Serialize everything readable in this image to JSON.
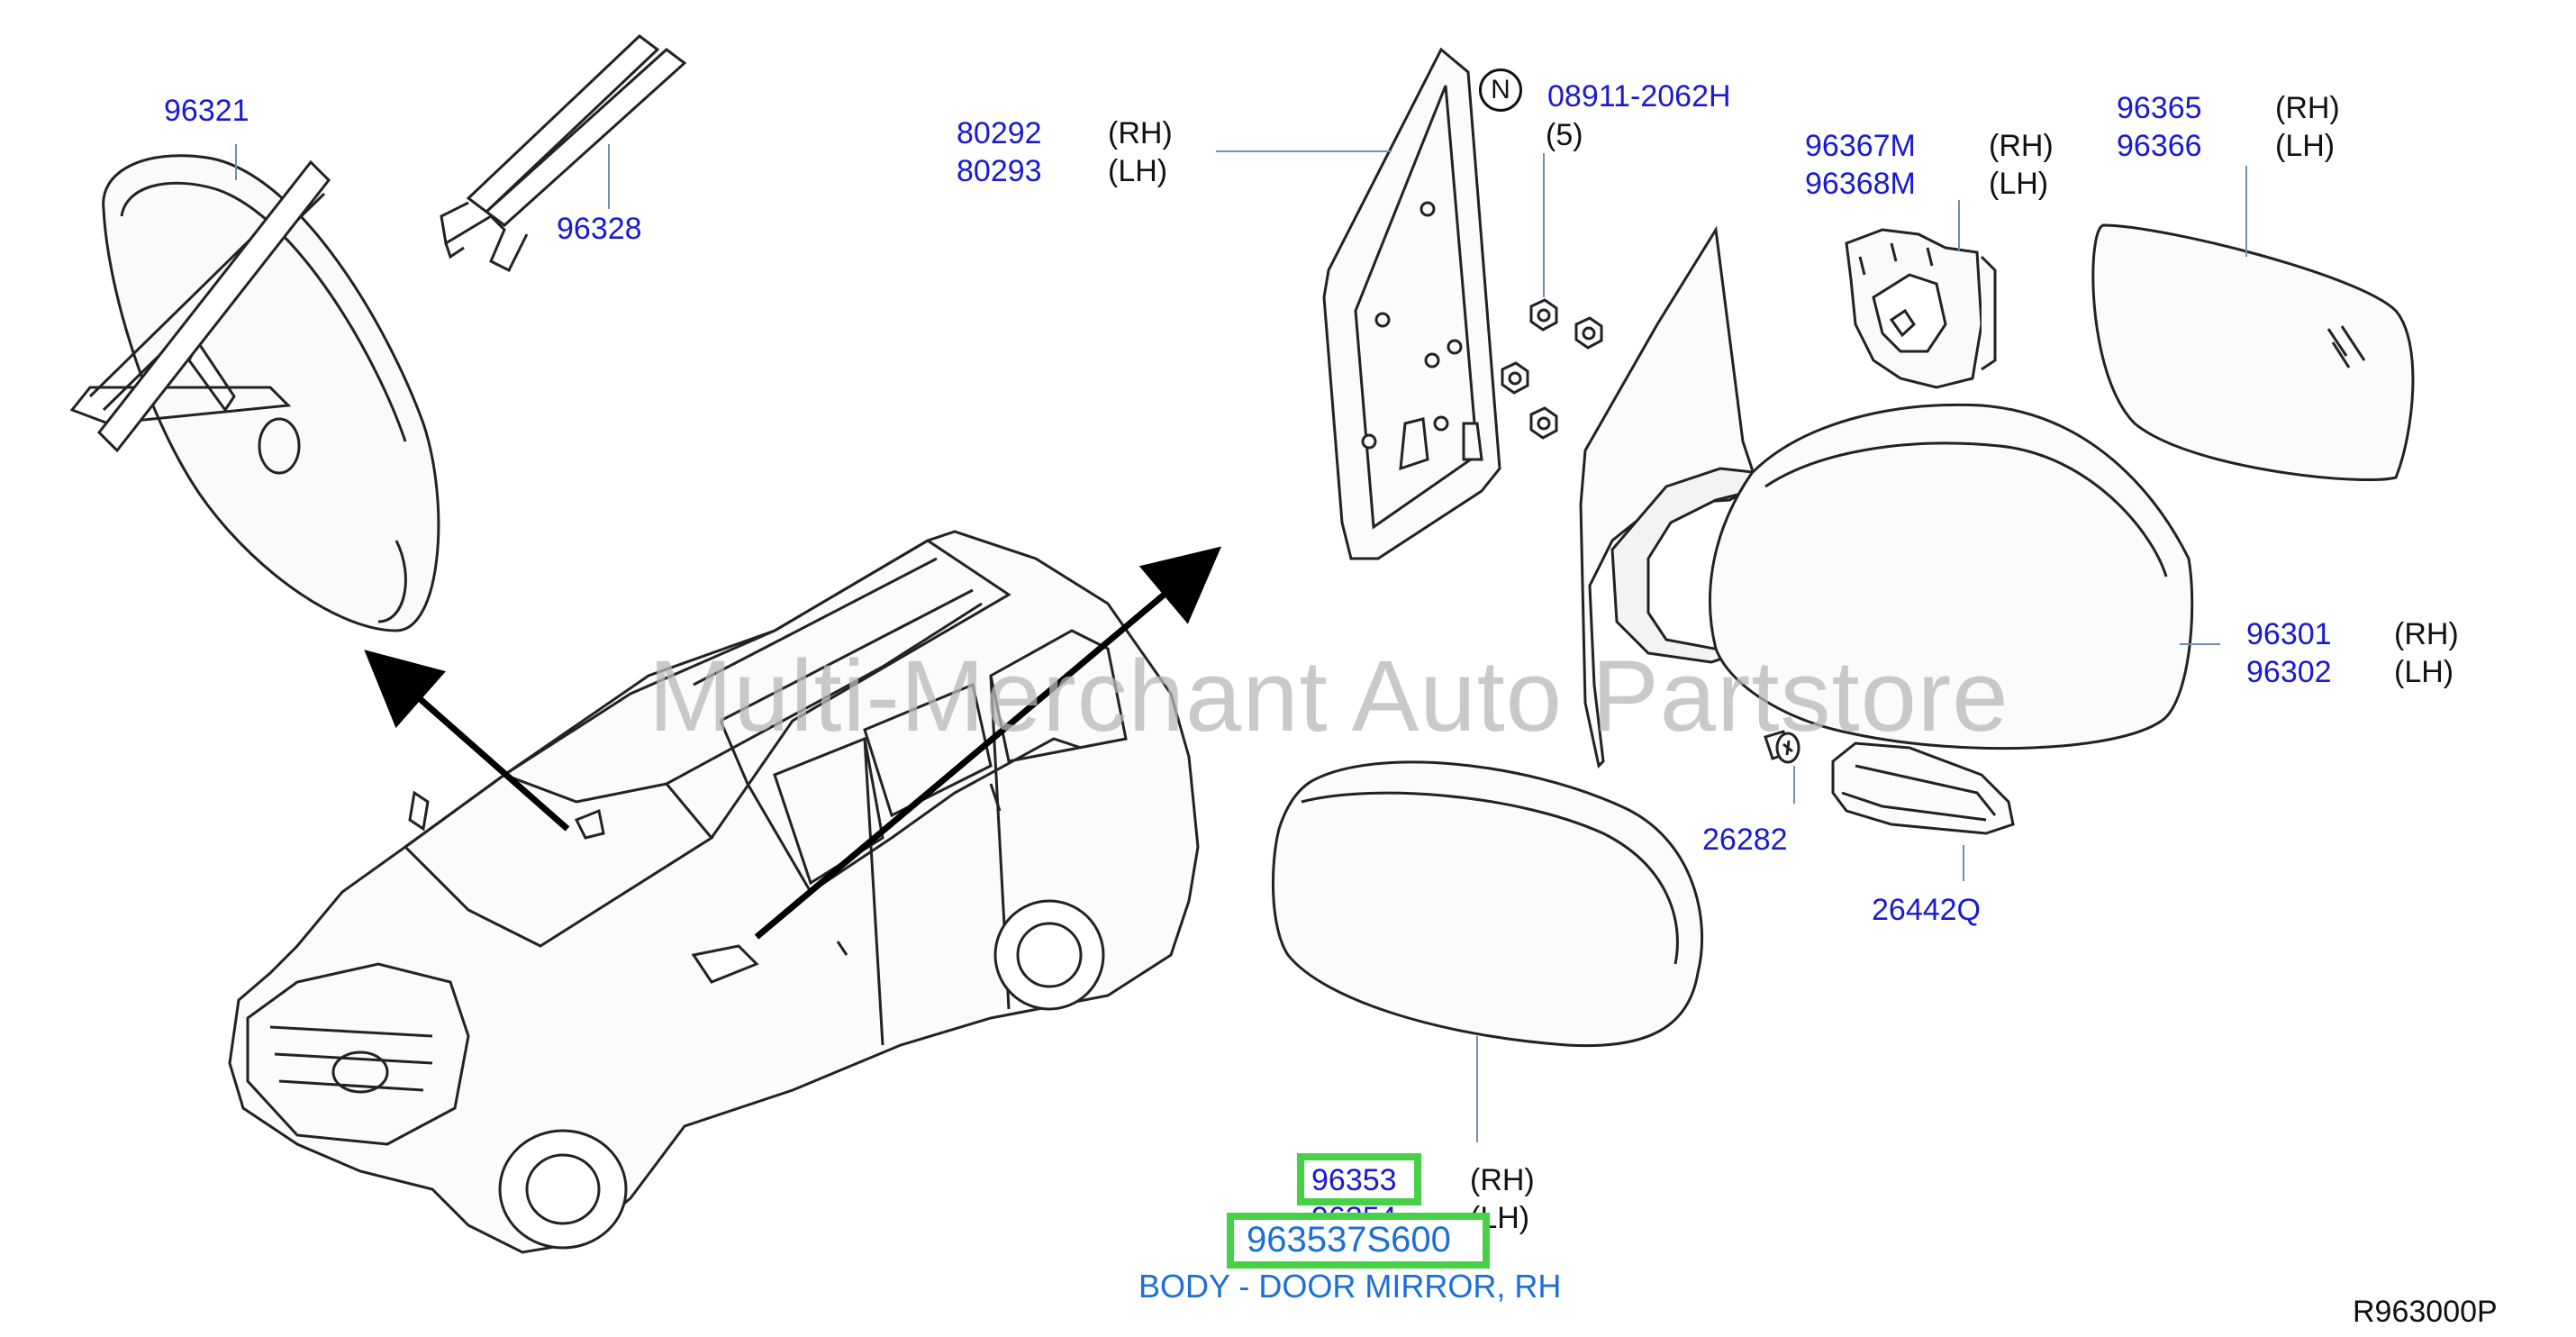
{
  "watermark": "Multi-Merchant Auto Partstore",
  "diagram_ref": "R963000P",
  "callouts": {
    "inner_mirror": "96321",
    "mirror_cover": "96328",
    "finisher_rh": "80292",
    "finisher_lh": "80293",
    "nut_badge": "N",
    "nut_part": "08911-2062H",
    "nut_qty": "(5)",
    "actuator_rh": "96367M",
    "actuator_lh": "96368M",
    "glass_rh": "96365",
    "glass_lh": "96366",
    "mirror_assy_rh": "96301",
    "mirror_assy_lh": "96302",
    "screw": "26282",
    "lamp": "26442Q",
    "body_rh": "96353",
    "body_lh": "96354"
  },
  "side_labels": {
    "rh": "(RH)",
    "lh": "(LH)"
  },
  "selection": {
    "part_number": "963537S600",
    "description": "BODY - DOOR MIRROR, RH"
  },
  "colors": {
    "part_number_text": "#1a1ad0",
    "highlight_box": "#47d147",
    "selection_text": "#1a6fd8",
    "line_art": "#222222"
  }
}
